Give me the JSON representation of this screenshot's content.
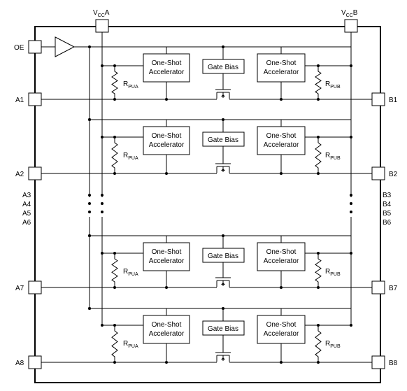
{
  "diagram": {
    "supply_a": "V",
    "supply_a_sub": "CC",
    "supply_a_suffix": "A",
    "supply_b": "V",
    "supply_b_sub": "CC",
    "supply_b_suffix": "B",
    "oe_label": "OE",
    "channels": [
      {
        "a_label": "A1",
        "b_label": "B1",
        "accel_line1": "One-Shot",
        "accel_line2": "Accelerator",
        "gate_bias": "Gate Bias",
        "rpua": "R",
        "rpua_sub": "PUA",
        "rpub": "R",
        "rpub_sub": "PUB"
      },
      {
        "a_label": "A2",
        "b_label": "B2",
        "accel_line1": "One-Shot",
        "accel_line2": "Accelerator",
        "gate_bias": "Gate Bias",
        "rpua": "R",
        "rpua_sub": "PUA",
        "rpub": "R",
        "rpub_sub": "PUB"
      },
      {
        "a_label": "A7",
        "b_label": "B7",
        "accel_line1": "One-Shot",
        "accel_line2": "Accelerator",
        "gate_bias": "Gate Bias",
        "rpua": "R",
        "rpua_sub": "PUA",
        "rpub": "R",
        "rpub_sub": "PUB"
      },
      {
        "a_label": "A8",
        "b_label": "B8",
        "accel_line1": "One-Shot",
        "accel_line2": "Accelerator",
        "gate_bias": "Gate Bias",
        "rpua": "R",
        "rpua_sub": "PUA",
        "rpub": "R",
        "rpub_sub": "PUB"
      }
    ],
    "a_middle_labels": [
      "A3",
      "A4",
      "A5",
      "A6"
    ],
    "b_middle_labels": [
      "B3",
      "B4",
      "B5",
      "B6"
    ]
  }
}
